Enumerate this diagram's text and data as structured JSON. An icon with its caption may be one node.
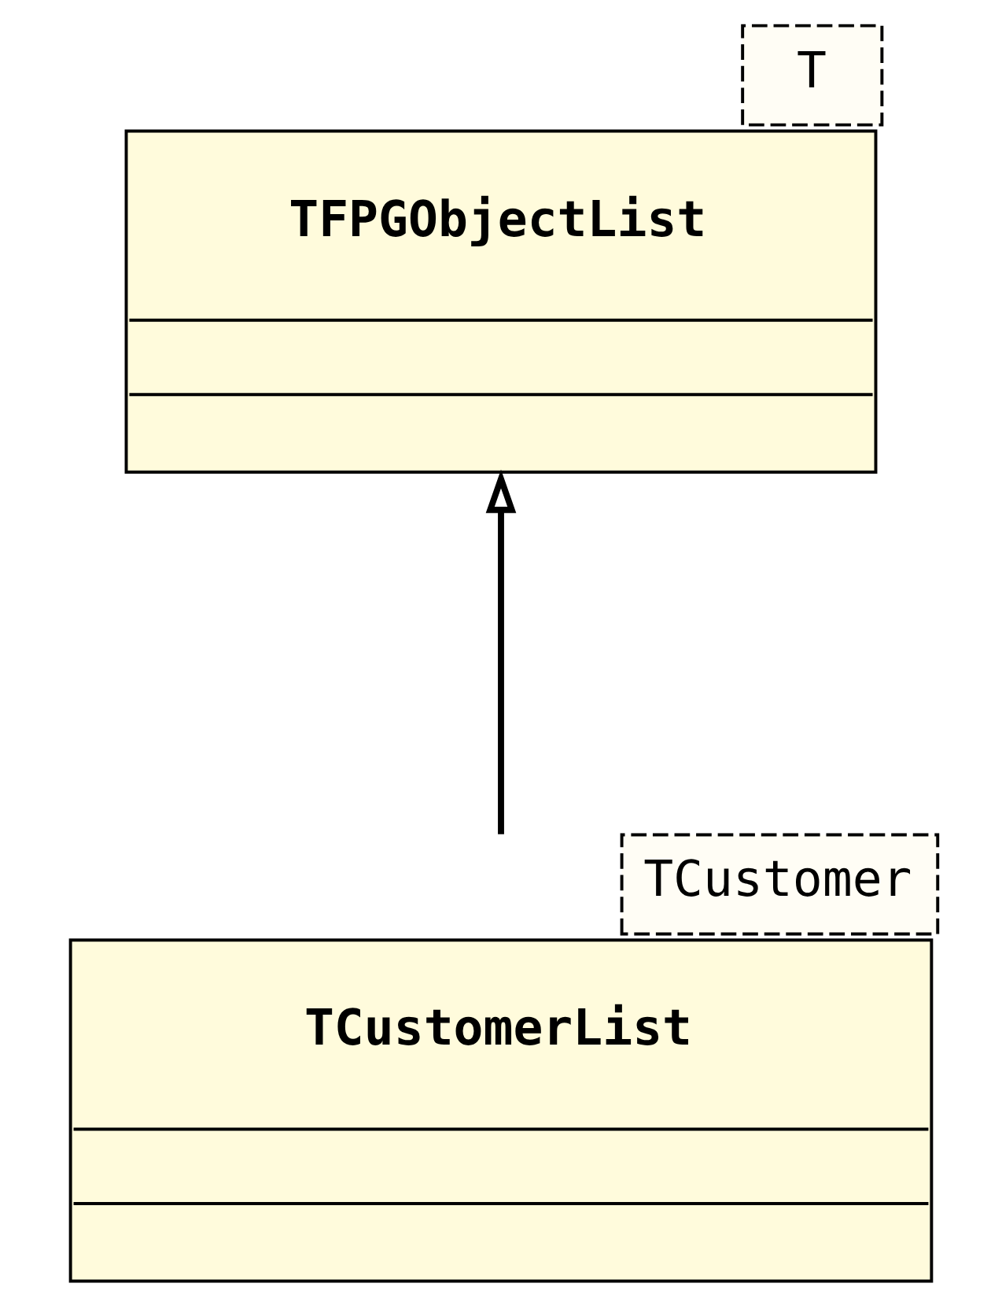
{
  "diagram": {
    "nodes": [
      {
        "text": [
          "TFPGObjectList"
        ],
        "beside": [
          "T"
        ]
      },
      {
        "text": [
          "TCustomerList"
        ],
        "beside": [
          "TCustomer"
        ]
      }
    ],
    "edges": [
      {
        "from": 1,
        "to": 0,
        "arrow": "to"
      }
    ]
  }
}
